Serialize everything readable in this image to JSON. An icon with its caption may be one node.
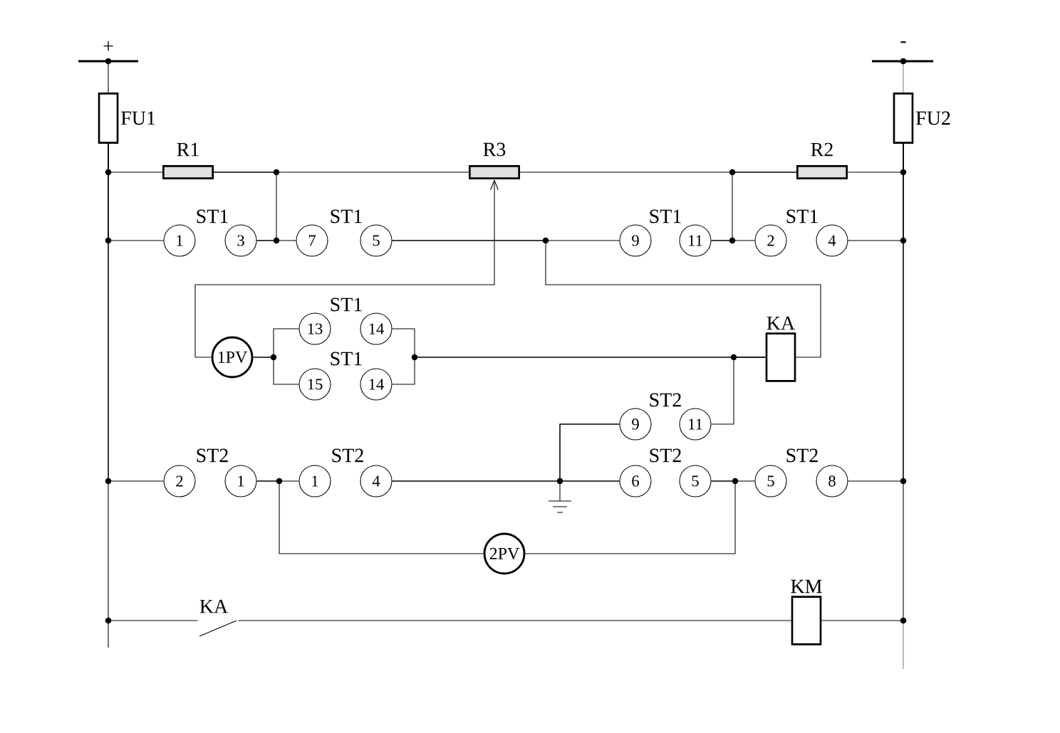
{
  "diagram": {
    "nodes": [
      {
        "text": [
          "FU1"
        ]
      },
      {
        "text": [
          "FU2"
        ]
      },
      {
        "text": [
          "R1"
        ]
      },
      {
        "text": [
          "R3"
        ]
      },
      {
        "text": [
          "R2"
        ]
      },
      {
        "text": [
          "1"
        ]
      },
      {
        "text": [
          "3"
        ]
      },
      {
        "text": [
          "7"
        ]
      },
      {
        "text": [
          "5"
        ]
      },
      {
        "text": [
          "9"
        ]
      },
      {
        "text": [
          "11"
        ]
      },
      {
        "text": [
          "2"
        ]
      },
      {
        "text": [
          "4"
        ]
      },
      {
        "text": [
          "1PV"
        ]
      },
      {
        "text": [
          "13"
        ]
      },
      {
        "text": [
          "14"
        ]
      },
      {
        "text": [
          "15"
        ]
      },
      {
        "text": [
          "14"
        ]
      },
      {
        "text": [
          "KA"
        ]
      },
      {
        "text": [
          "9"
        ]
      },
      {
        "text": [
          "11"
        ]
      },
      {
        "text": [
          "2"
        ]
      },
      {
        "text": [
          "1"
        ]
      },
      {
        "text": [
          "1"
        ]
      },
      {
        "text": [
          "4"
        ]
      },
      {
        "text": [
          "6"
        ]
      },
      {
        "text": [
          "5"
        ]
      },
      {
        "text": [
          "5"
        ]
      },
      {
        "text": [
          "8"
        ]
      },
      {
        "text": [
          "2PV"
        ]
      },
      {
        "text": [
          "KA"
        ]
      },
      {
        "text": [
          "KM"
        ]
      }
    ],
    "edges": [
      {
        "from": 0,
        "to": 2,
        "arrow": "none"
      },
      {
        "from": 0,
        "to": 5,
        "arrow": "none"
      },
      {
        "from": 0,
        "to": 21,
        "arrow": "none"
      },
      {
        "from": 0,
        "to": 30,
        "arrow": "none"
      },
      {
        "from": 1,
        "to": 4,
        "arrow": "none"
      },
      {
        "from": 1,
        "to": 12,
        "arrow": "none"
      },
      {
        "from": 1,
        "to": 28,
        "arrow": "none"
      },
      {
        "from": 1,
        "to": 31,
        "arrow": "none"
      },
      {
        "from": 2,
        "to": 3,
        "arrow": "none"
      },
      {
        "from": 3,
        "to": 4,
        "arrow": "none"
      },
      {
        "from": 6,
        "to": 7,
        "arrow": "none"
      },
      {
        "from": 6,
        "to": 2,
        "arrow": "none"
      },
      {
        "from": 8,
        "to": 9,
        "arrow": "none"
      },
      {
        "from": 10,
        "to": 11,
        "arrow": "none"
      },
      {
        "from": 10,
        "to": 4,
        "arrow": "none"
      },
      {
        "from": 13,
        "to": 3,
        "arrow": "to"
      },
      {
        "from": 13,
        "to": 14,
        "arrow": "none"
      },
      {
        "from": 13,
        "to": 16,
        "arrow": "none"
      },
      {
        "from": 15,
        "to": 18,
        "arrow": "none"
      },
      {
        "from": 17,
        "to": 18,
        "arrow": "none"
      },
      {
        "from": 18,
        "to": 8,
        "arrow": "none"
      },
      {
        "from": 20,
        "to": 18,
        "arrow": "none"
      },
      {
        "from": 19,
        "to": 24,
        "arrow": "none"
      },
      {
        "from": 22,
        "to": 23,
        "arrow": "none"
      },
      {
        "from": 24,
        "to": 25,
        "arrow": "none"
      },
      {
        "from": 26,
        "to": 27,
        "arrow": "none"
      },
      {
        "from": 22,
        "to": 29,
        "arrow": "none"
      },
      {
        "from": 29,
        "to": 26,
        "arrow": "none"
      },
      {
        "from": 30,
        "to": 31,
        "arrow": "none"
      },
      {
        "from": 19,
        "to": 25,
        "arrow": "none"
      }
    ],
    "labels": [
      "+",
      "-",
      "ST1",
      "ST1",
      "ST1",
      "ST1",
      "ST1",
      "ST1",
      "ST2",
      "ST2",
      "ST2",
      "ST2",
      "ST2"
    ]
  }
}
